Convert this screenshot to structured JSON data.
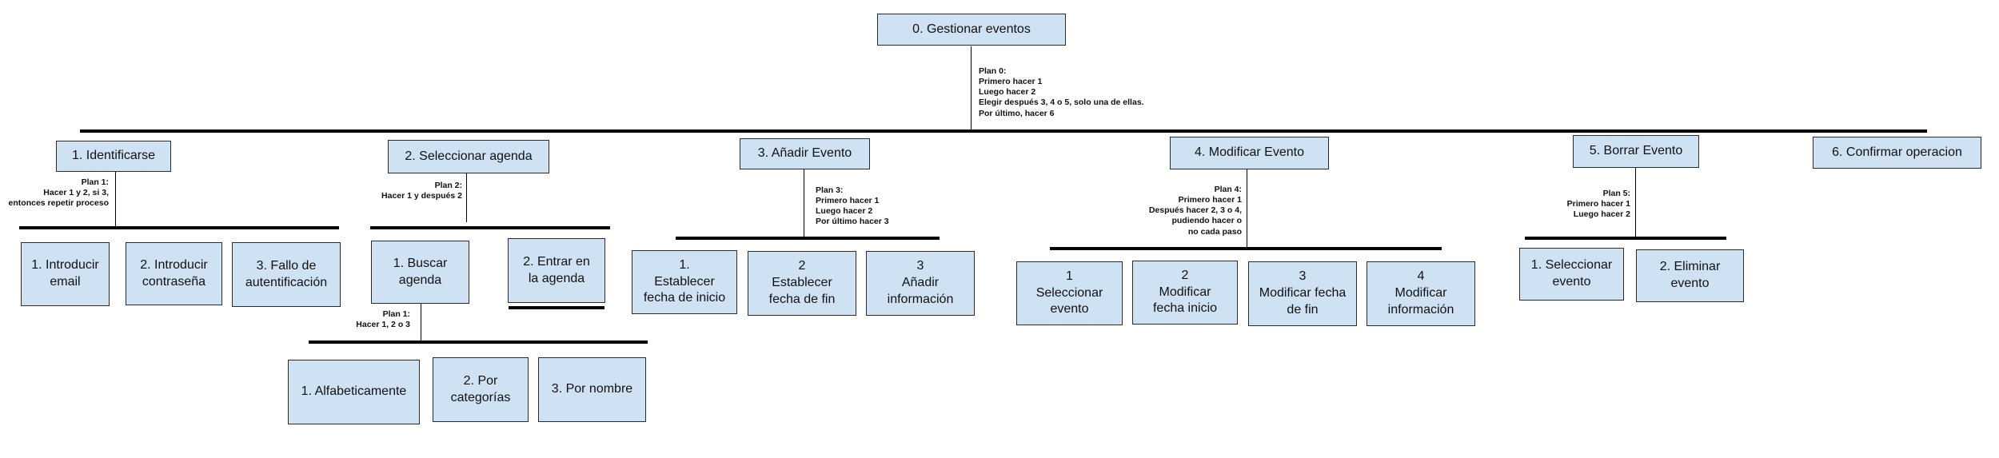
{
  "root": {
    "label": "0. Gestionar eventos"
  },
  "plans": {
    "p0": "Plan 0:\nPrimero hacer 1\nLuego hacer 2\nElegir después 3, 4 o 5, solo una de ellas.\nPor último, hacer 6",
    "p1": "Plan 1:\nHacer 1 y 2, si 3,\nentonces repetir proceso",
    "p2": "Plan 2:\nHacer 1 y después 2",
    "p21": "Plan 1:\nHacer 1, 2 o 3",
    "p3": "Plan 3:\nPrimero hacer 1\nLuego hacer 2\nPor último hacer 3",
    "p4": "Plan 4:\nPrimero hacer 1\nDespués hacer 2, 3 o 4,\npudiendo hacer o\nno cada paso",
    "p5": "Plan 5:\nPrimero hacer 1\nLuego hacer 2"
  },
  "level1": [
    {
      "label": "1. Identificarse"
    },
    {
      "label": "2. Seleccionar agenda"
    },
    {
      "label": "3. Añadir Evento"
    },
    {
      "label": "4. Modificar Evento"
    },
    {
      "label": "5. Borrar Evento"
    },
    {
      "label": "6. Confirmar operacion"
    }
  ],
  "identificarse": [
    {
      "label": "1. Introducir\nemail"
    },
    {
      "label": "2. Introducir\ncontraseña"
    },
    {
      "label": "3. Fallo de\nautentificación"
    }
  ],
  "agenda": [
    {
      "label": "1. Buscar\nagenda"
    },
    {
      "label": "2. Entrar en\nla agenda"
    }
  ],
  "buscar": [
    {
      "label": "1. Alfabeticamente"
    },
    {
      "label": "2. Por\ncategorías"
    },
    {
      "label": "3. Por nombre"
    }
  ],
  "anadir": [
    {
      "label": "1.\nEstablecer\nfecha de inicio"
    },
    {
      "label": "2\nEstablecer\nfecha de fin"
    },
    {
      "label": "3\nAñadir\ninformación"
    }
  ],
  "modificar": [
    {
      "label": "1\nSeleccionar\nevento"
    },
    {
      "label": "2\nModificar\nfecha inicio"
    },
    {
      "label": "3\nModificar fecha\nde fin"
    },
    {
      "label": "4\nModificar\ninformación"
    }
  ],
  "borrar": [
    {
      "label": "1. Seleccionar\nevento"
    },
    {
      "label": "2. Eliminar\nevento"
    }
  ]
}
